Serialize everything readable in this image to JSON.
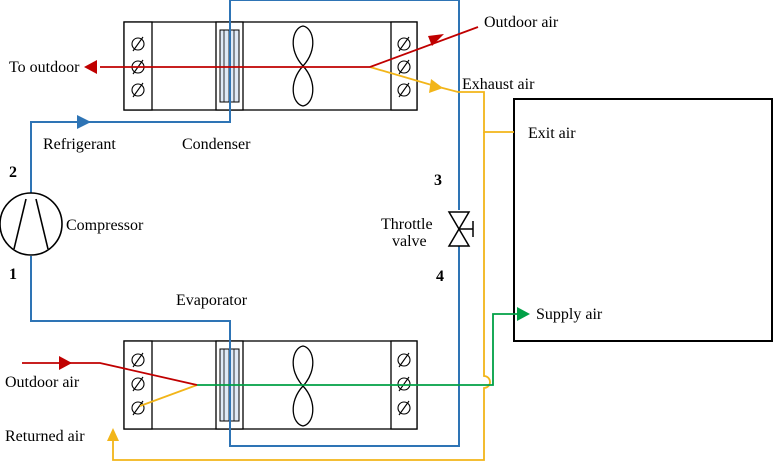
{
  "labels": {
    "to_outdoor": "To outdoor",
    "outdoor_air_top": "Outdoor air",
    "exhaust_air": "Exhaust air",
    "exit_air": "Exit air",
    "refrigerant": "Refrigerant",
    "condenser": "Condenser",
    "compressor": "Compressor",
    "throttle_line1": "Throttle",
    "throttle_line2": "valve",
    "evaporator": "Evaporator",
    "supply_air": "Supply air",
    "outdoor_air_bottom": "Outdoor air",
    "returned_air": "Returned air"
  },
  "state_points": {
    "p1": "1",
    "p2": "2",
    "p3": "3",
    "p4": "4"
  },
  "colors": {
    "refrigerant": "#2e74b5",
    "outdoor_air": "#c00000",
    "exhaust_return_air": "#f2b519",
    "supply_air": "#00a046",
    "outline": "#000000"
  }
}
